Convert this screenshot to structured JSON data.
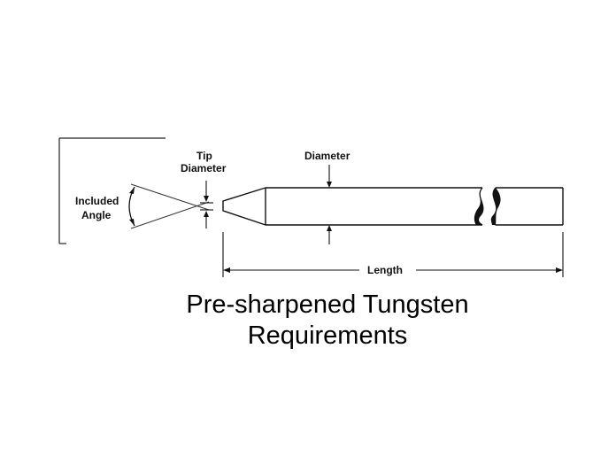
{
  "diagram": {
    "labels": {
      "included_angle_line1": "Included",
      "included_angle_line2": "Angle",
      "tip_diameter_line1": "Tip",
      "tip_diameter_line2": "Diameter",
      "diameter": "Diameter",
      "length": "Length"
    },
    "caption": {
      "line1": "Pre-sharpened Tungsten",
      "line2": "Requirements"
    }
  }
}
